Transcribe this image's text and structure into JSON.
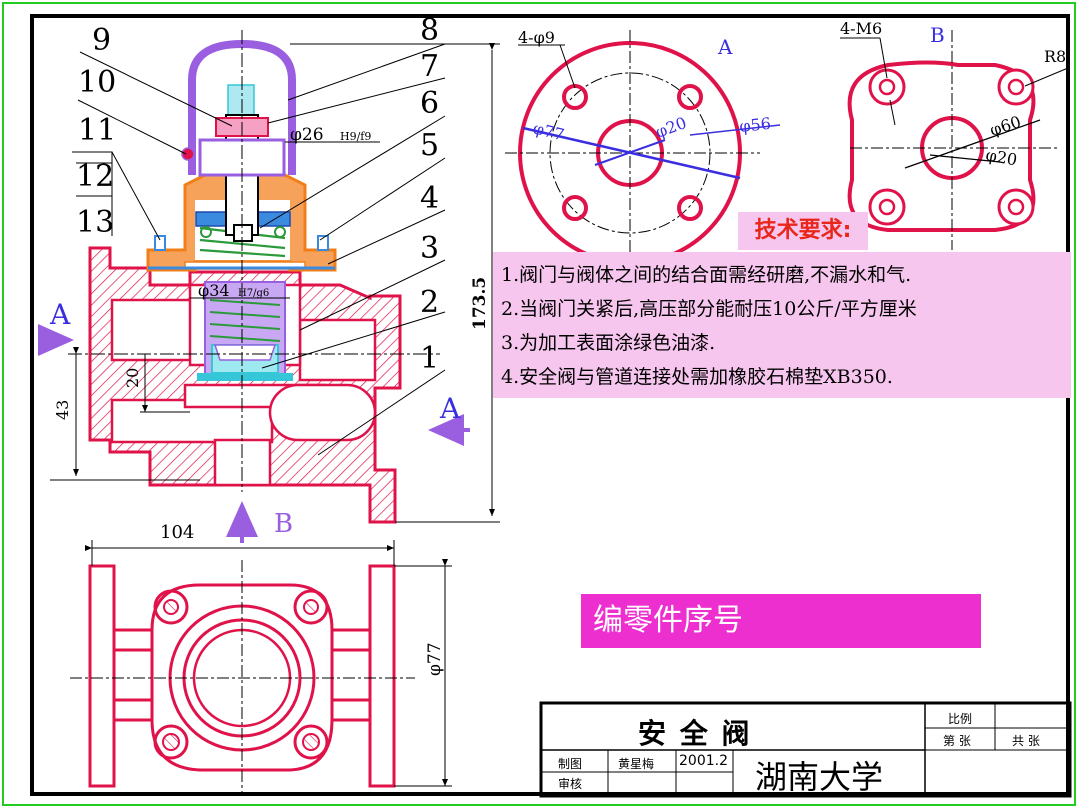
{
  "part_labels": [
    "9",
    "10",
    "11",
    "12",
    "13",
    "8",
    "7",
    "6",
    "5",
    "4",
    "3",
    "2",
    "1"
  ],
  "dimensions": {
    "d26": "φ26",
    "d26_fit": "H9/f9",
    "d34": "φ34",
    "d34_fit": "H7/g6",
    "h173_5": "173.5",
    "h20": "20",
    "h43": "43",
    "w104": "104",
    "d77_bottom": "φ77",
    "view_a_holes": "4-φ9",
    "view_a_d77": "φ77",
    "view_a_d20": "φ20",
    "view_a_d56": "φ56",
    "view_b_holes": "4-M6",
    "view_b_r8": "R8",
    "view_b_d60": "φ60",
    "view_b_d20": "φ20"
  },
  "view_labels": {
    "a_left": "A",
    "a_right": "A",
    "b_arrow": "B",
    "view_a": "A",
    "view_b": "B"
  },
  "tech_requirements": {
    "title": "技术要求:",
    "items": [
      "1.阀门与阀体之间的结合面需经研磨,不漏水和气.",
      "2.当阀门关紧后,高压部分能耐压10公斤/平方厘米",
      "3.为加工表面涂绿色油漆.",
      "4.安全阀与管道连接处需加橡胶石棉垫XB350."
    ]
  },
  "banner": "编零件序号",
  "title_block": {
    "name": "安 全 阀",
    "scale_label": "比例",
    "sheet_label": "第 张",
    "total_label": "共 张",
    "drawn_label": "制图",
    "checked_label": "审核",
    "drafter": "黄星梅",
    "date": "2001.2",
    "school": "湖南大学"
  },
  "colors": {
    "body": "#e0124a",
    "bonnet": "#f07f1a",
    "cap": "#9a5fe0",
    "spring": "#2a9a3a",
    "valve": "#3a8ae0",
    "seat": "#35c7d8",
    "frame_green": "#22cc22",
    "highlight": "#f7c6ef",
    "banner": "#ee2fd0",
    "dim_blue": "#3a2ee0"
  }
}
